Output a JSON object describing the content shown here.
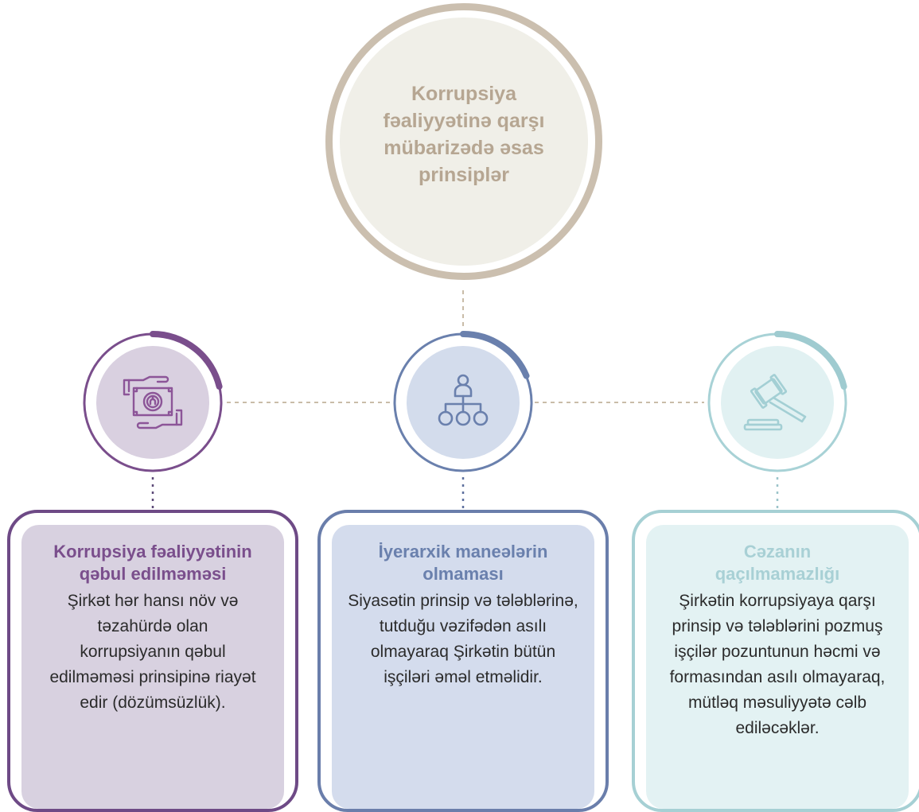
{
  "center": {
    "title": "Korrupsiya fəaliyyətinə qarşı mübarizədə əsas prinsiplər"
  },
  "principles": [
    {
      "icon": "hands-exchanging-money-icon",
      "title": "Korrupsiya fəaliyyətinin qəbul edilməməsi",
      "body": "Şirkət hər hansı növ və təzahürdə olan korrupsiyanın qəbul edilməməsi prinsipinə riayət edir (dözümsüzlük)."
    },
    {
      "icon": "hierarchy-icon",
      "title": "İyerarxik maneələrin olmaması",
      "body": "Siyasətin prinsip və tələblərinə, tutduğu vəzifədən asılı olmayaraq Şirkətin bütün işçiləri əməl etməlidir."
    },
    {
      "icon": "gavel-icon",
      "title": "Cəzanın qaçılmamazlığı",
      "body": "Şirkətin korrupsiyaya qarşı prinsip və tələblərini pozmuş işçilər pozuntunun həcmi və formasından asılı olmayaraq, mütləq məsuliyyətə cəlb ediləcəklər."
    }
  ],
  "colors": {
    "center": "#cbbfaf",
    "purple": "#7a4e8c",
    "blue": "#6a80ad",
    "teal": "#9fcbd0"
  }
}
